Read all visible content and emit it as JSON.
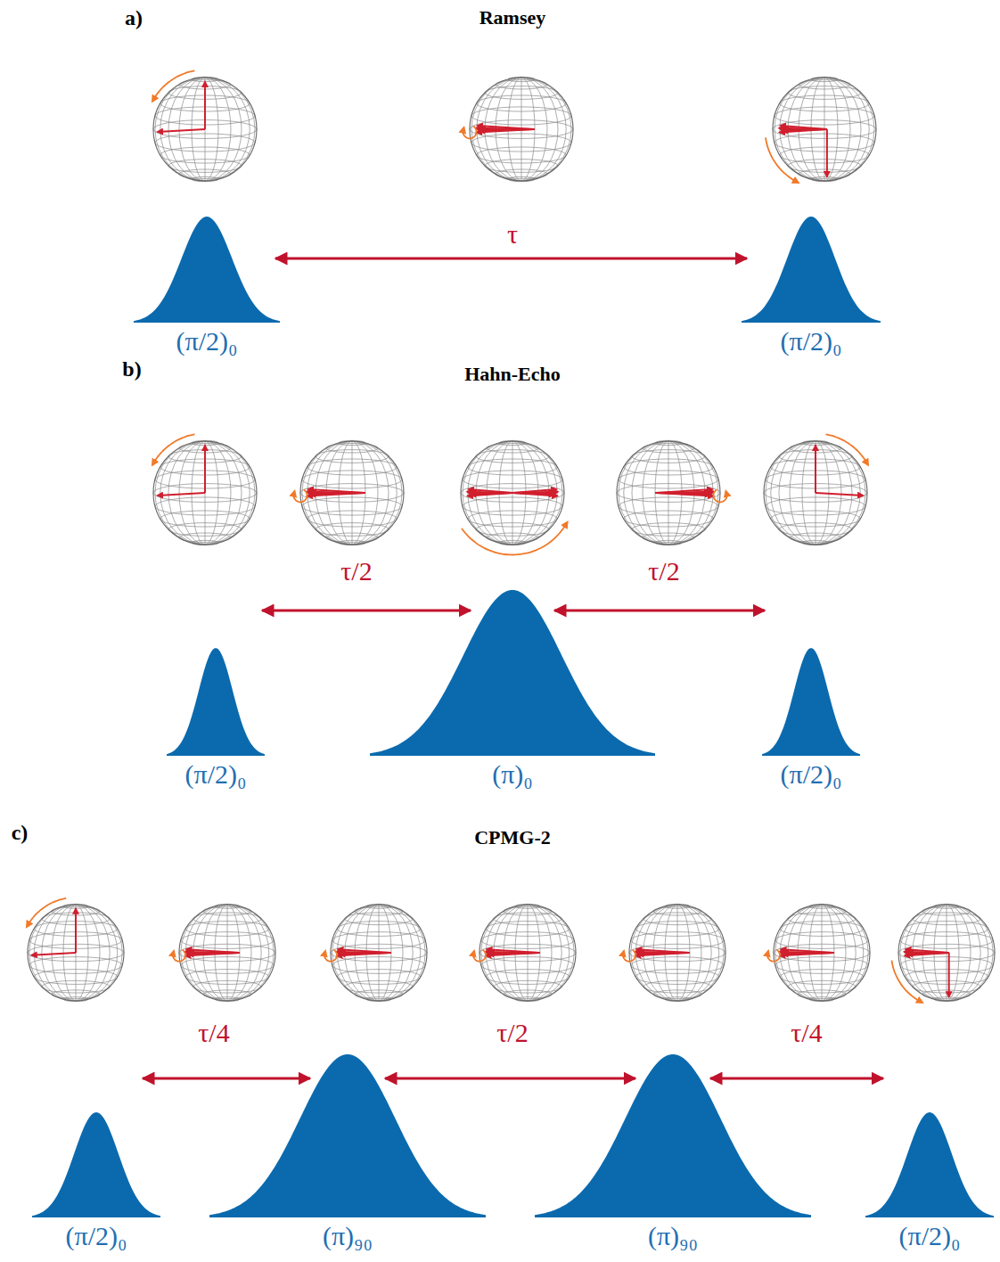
{
  "diagram": {
    "nodes": [
      {
        "text": [
          "(π/2)₀"
        ]
      },
      {
        "text": [
          "(π/2)₀"
        ]
      },
      {
        "text": [
          "(π/2)₀"
        ]
      },
      {
        "text": [
          "(π)₀"
        ]
      },
      {
        "text": [
          "(π/2)₀"
        ]
      },
      {
        "text": [
          "(π/2)₀"
        ]
      },
      {
        "text": [
          "(π)₉₀"
        ]
      },
      {
        "text": [
          "(π)₉₀"
        ]
      },
      {
        "text": [
          "(π/2)₀"
        ]
      }
    ],
    "edges": [
      {
        "from": 0,
        "to": 1,
        "label": "τ",
        "arrow": "both"
      },
      {
        "from": 2,
        "to": 3,
        "label": "τ/2",
        "arrow": "both"
      },
      {
        "from": 3,
        "to": 4,
        "label": "τ/2",
        "arrow": "both"
      },
      {
        "from": 5,
        "to": 6,
        "label": "τ/4",
        "arrow": "both"
      },
      {
        "from": 6,
        "to": 7,
        "label": "τ/2",
        "arrow": "both"
      },
      {
        "from": 7,
        "to": 8,
        "label": "τ/4",
        "arrow": "both"
      }
    ],
    "labels": [
      "a)",
      "Ramsey",
      "b)",
      "Hahn-Echo",
      "c)",
      "CPMG-2"
    ]
  }
}
